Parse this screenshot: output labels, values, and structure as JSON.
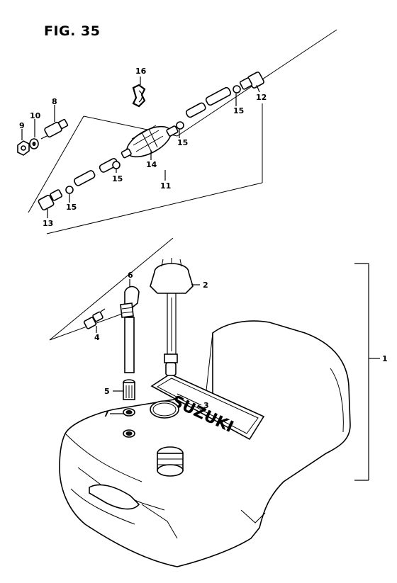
{
  "figure": {
    "title": "FIG. 35"
  },
  "tank_brand": "SUZUKI",
  "callouts": [
    {
      "id": "c1",
      "text": "1"
    },
    {
      "id": "c2",
      "text": "2"
    },
    {
      "id": "c3",
      "text": "3"
    },
    {
      "id": "c4",
      "text": "4"
    },
    {
      "id": "c5",
      "text": "5"
    },
    {
      "id": "c6",
      "text": "6"
    },
    {
      "id": "c7",
      "text": "7"
    },
    {
      "id": "c8",
      "text": "8"
    },
    {
      "id": "c9",
      "text": "9"
    },
    {
      "id": "c10",
      "text": "10"
    },
    {
      "id": "c11",
      "text": "11"
    },
    {
      "id": "c12",
      "text": "12"
    },
    {
      "id": "c13",
      "text": "13"
    },
    {
      "id": "c14",
      "text": "14"
    },
    {
      "id": "c15a",
      "text": "15"
    },
    {
      "id": "c15b",
      "text": "15"
    },
    {
      "id": "c15c",
      "text": "15"
    },
    {
      "id": "c15d",
      "text": "15"
    },
    {
      "id": "c16",
      "text": "16"
    }
  ],
  "colors": {
    "line": "#000000",
    "background": "#ffffff"
  }
}
